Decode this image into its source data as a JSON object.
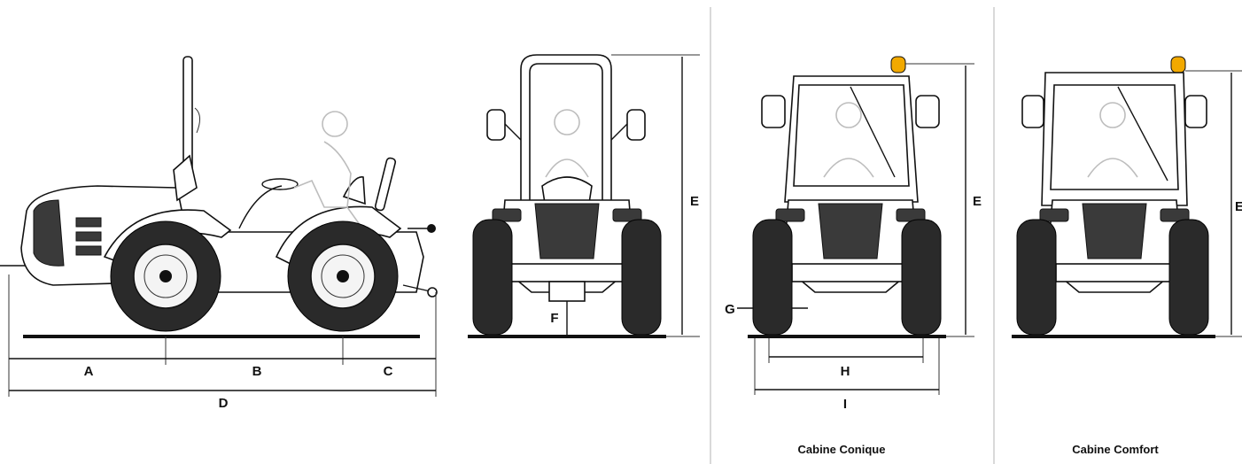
{
  "dimension_labels": {
    "a": "A",
    "b": "B",
    "c": "C",
    "d": "D",
    "e1": "E",
    "f": "F",
    "e2": "E",
    "g": "G",
    "h": "H",
    "i": "I",
    "e3": "E"
  },
  "captions": {
    "conique": "Cabine Conique",
    "comfort": "Cabine Comfort"
  },
  "colors": {
    "ink": "#111111",
    "beacon": "#f2a900",
    "separator": "#d9d9d9"
  }
}
